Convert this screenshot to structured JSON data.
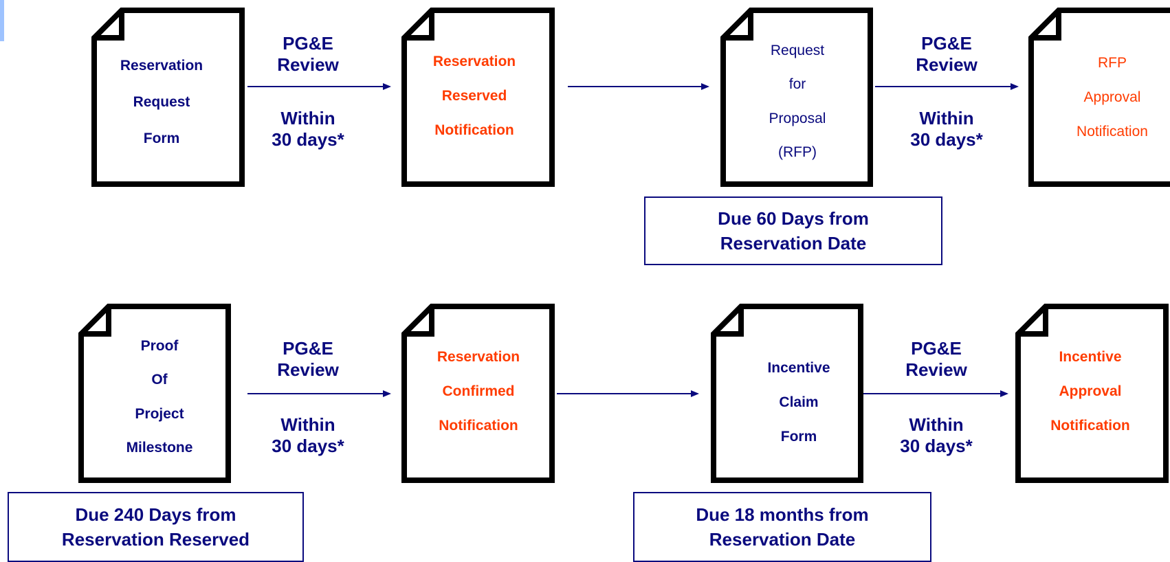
{
  "colors": {
    "navy": "#0a0a7e",
    "orange": "#ff3c00",
    "black": "#000000"
  },
  "row1": {
    "docs": [
      {
        "lines": [
          "Reservation",
          "Request",
          "Form"
        ],
        "style": "blue-bold"
      },
      {
        "lines": [
          "Reservation",
          "Reserved",
          "Notification"
        ],
        "style": "red-bold"
      },
      {
        "lines": [
          "Request",
          "for",
          "Proposal",
          "(RFP)"
        ],
        "style": "blue-normal"
      },
      {
        "lines": [
          "RFP",
          "Approval",
          "Notification"
        ],
        "style": "red-normal"
      }
    ],
    "reviews": [
      {
        "title": [
          "PG&E",
          "Review"
        ],
        "within": [
          "Within",
          "30 days*"
        ]
      },
      {
        "title": [
          "PG&E",
          "Review"
        ],
        "within": [
          "Within",
          "30 days*"
        ]
      }
    ],
    "due": [
      "Due 60 Days from",
      "Reservation Date"
    ]
  },
  "row2": {
    "docs": [
      {
        "lines": [
          "Proof",
          "Of",
          "Project",
          "Milestone"
        ],
        "style": "blue-bold"
      },
      {
        "lines": [
          "Reservation",
          "Confirmed",
          "Notification"
        ],
        "style": "red-bold"
      },
      {
        "lines": [
          "Incentive",
          "Claim",
          "Form"
        ],
        "style": "blue-bold"
      },
      {
        "lines": [
          "Incentive",
          "Approval",
          "Notification"
        ],
        "style": "red-bold"
      }
    ],
    "reviews": [
      {
        "title": [
          "PG&E",
          "Review"
        ],
        "within": [
          "Within",
          "30 days*"
        ]
      },
      {
        "title": [
          "PG&E",
          "Review"
        ],
        "within": [
          "Within",
          "30 days*"
        ]
      }
    ],
    "due_left": [
      "Due 240 Days from",
      "Reservation Reserved"
    ],
    "due_right": [
      "Due 18 months from",
      "Reservation Date"
    ]
  }
}
